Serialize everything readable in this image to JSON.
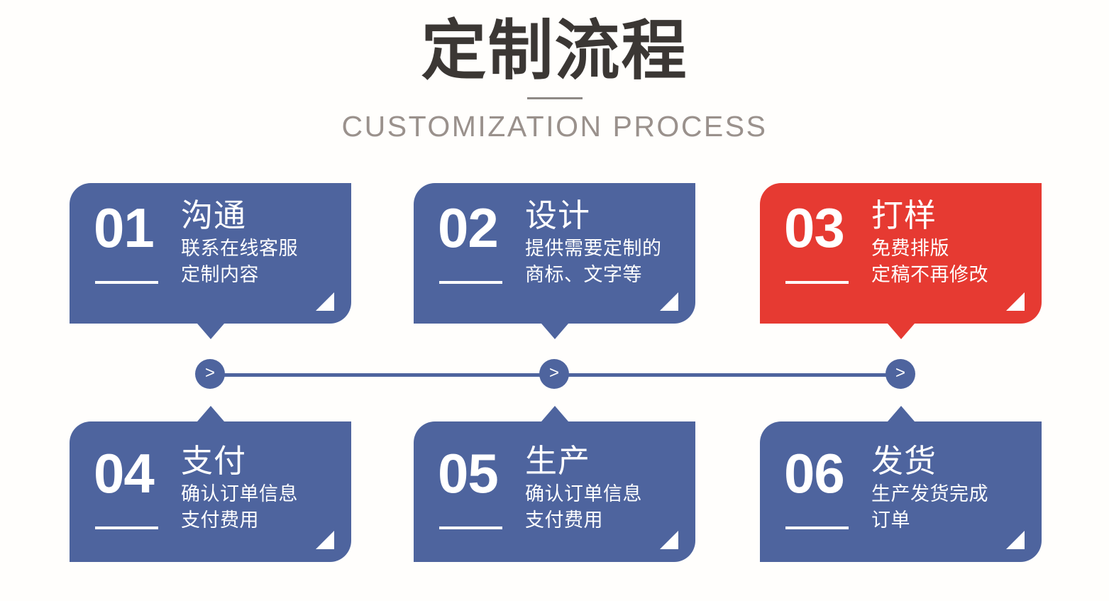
{
  "header": {
    "title": "定制流程",
    "subtitle": "CUSTOMIZATION PROCESS"
  },
  "colors": {
    "blue": "#4e649e",
    "red": "#e63a32",
    "title_text": "#3b3734",
    "subtitle_text": "#9a918c",
    "background": "#fffefc"
  },
  "connector": {
    "node_glyph": ">",
    "nodes": [
      "chevron-right-node-1",
      "chevron-right-node-2",
      "chevron-right-node-3"
    ]
  },
  "steps": [
    {
      "number": "01",
      "title": "沟通",
      "desc_line1": "联系在线客服",
      "desc_line2": "定制内容",
      "color": "#4e649e",
      "highlight": false
    },
    {
      "number": "02",
      "title": "设计",
      "desc_line1": "提供需要定制的",
      "desc_line2": "商标、文字等",
      "color": "#4e649e",
      "highlight": false
    },
    {
      "number": "03",
      "title": "打样",
      "desc_line1": "免费排版",
      "desc_line2": "定稿不再修改",
      "color": "#e63a32",
      "highlight": true
    },
    {
      "number": "04",
      "title": "支付",
      "desc_line1": "确认订单信息",
      "desc_line2": "支付费用",
      "color": "#4e649e",
      "highlight": false
    },
    {
      "number": "05",
      "title": "生产",
      "desc_line1": "确认订单信息",
      "desc_line2": "支付费用",
      "color": "#4e649e",
      "highlight": false
    },
    {
      "number": "06",
      "title": "发货",
      "desc_line1": "生产发货完成",
      "desc_line2": "订单",
      "color": "#4e649e",
      "highlight": false
    }
  ]
}
